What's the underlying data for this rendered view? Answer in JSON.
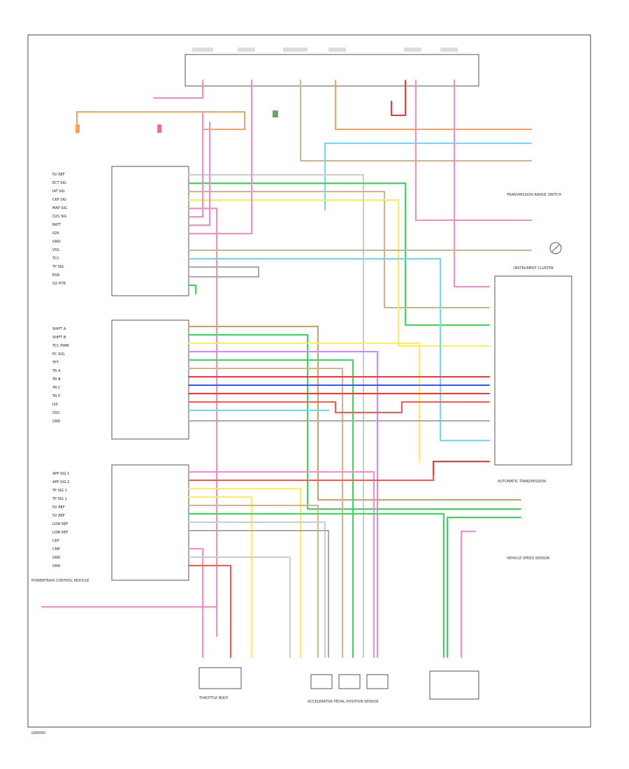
{
  "pcm": {
    "title": "POWERTRAIN CONTROL MODULE",
    "pins_a": [
      "5V REF",
      "ECT SIG",
      "IAT SIG",
      "CKP SIG",
      "MAP SIG",
      "O2S SIG",
      "BATT",
      "IGN",
      "GND",
      "VSS",
      "TCC",
      "TP SIG",
      "EGR",
      "O2 HTR"
    ],
    "pins_b": [
      "SHIFT A",
      "SHIFT B",
      "TCC PWM",
      "PC SOL",
      "TFT",
      "TR A",
      "TR B",
      "TR C",
      "TR P",
      "ISS",
      "OSS",
      "GND"
    ],
    "pins_c": [
      "APP SIG 1",
      "APP SIG 2",
      "TP SIG 1",
      "TP SIG 2",
      "5V REF",
      "5V REF",
      "LOW REF",
      "LOW REF",
      "CKP",
      "CMP",
      "GND",
      "GND"
    ]
  },
  "labels": {
    "instrument_cluster": "INSTRUMENT CLUSTER",
    "automatic_transmission": "AUTOMATIC TRANSMISSION",
    "transmission_range_switch": "TRANSMISSION RANGE SWITCH",
    "vehicle_speed_sensor": "VEHICLE SPEED SENSOR",
    "throttle_body": "THROTTLE BODY",
    "accelerator_pedal": "ACCELERATOR PEDAL POSITION SENSOR",
    "figure_id": "G00000"
  },
  "icons": [
    "ground-icon",
    "connector-icon"
  ]
}
